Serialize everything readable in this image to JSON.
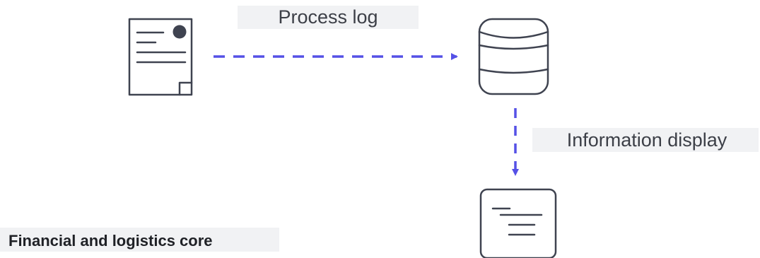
{
  "diagram": {
    "labels": {
      "process_log": "Process log",
      "information_display": "Information display",
      "core_title": "Financial and logistics core"
    },
    "nodes": [
      {
        "id": "document",
        "icon": "document-icon"
      },
      {
        "id": "database",
        "icon": "database-icon"
      },
      {
        "id": "display",
        "icon": "display-panel-icon"
      }
    ],
    "edges": [
      {
        "from": "document",
        "to": "database",
        "style": "dashed",
        "label_key": "process_log"
      },
      {
        "from": "database",
        "to": "display",
        "style": "dashed",
        "label_key": "information_display"
      }
    ],
    "colors": {
      "arrow": "#5551e6",
      "icon_stroke": "#3f4350",
      "label_background": "#f1f2f4"
    }
  }
}
